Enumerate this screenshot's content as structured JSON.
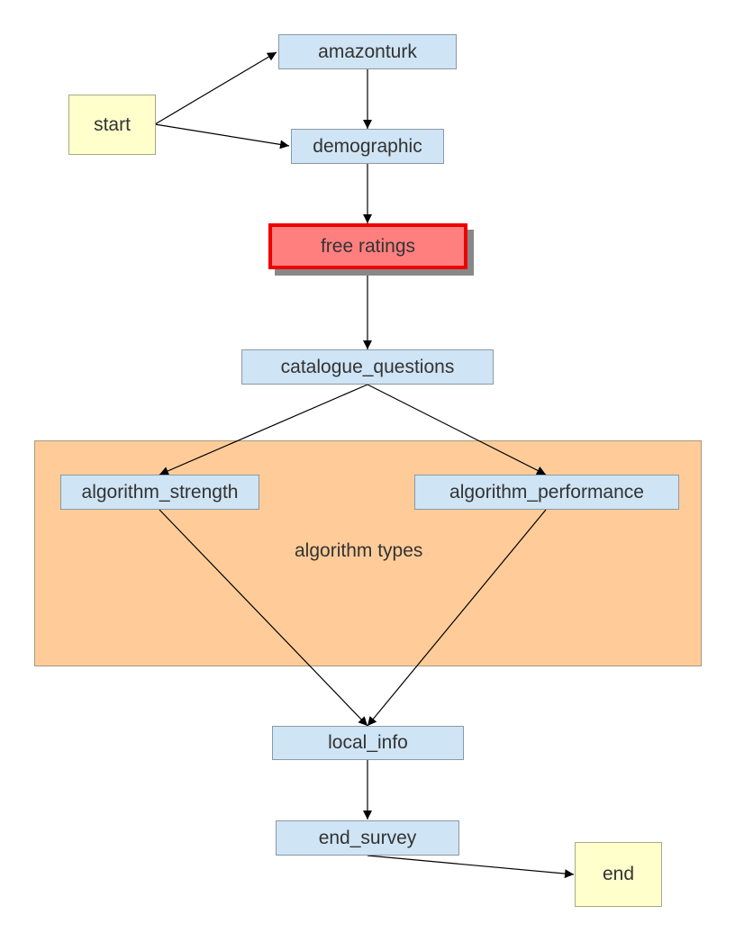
{
  "diagram": {
    "group": {
      "label": "algorithm types",
      "fill": "#ffcc99"
    },
    "nodes": {
      "start": "start",
      "amazonturk": "amazonturk",
      "demographic": "demographic",
      "free_ratings": "free ratings",
      "catalogue_questions": "catalogue_questions",
      "algorithm_strength": "algorithm_strength",
      "algorithm_performance": "algorithm_performance",
      "local_info": "local_info",
      "end_survey": "end_survey",
      "end": "end"
    },
    "edges": [
      [
        "start",
        "amazonturk"
      ],
      [
        "start",
        "demographic"
      ],
      [
        "amazonturk",
        "demographic"
      ],
      [
        "demographic",
        "free_ratings"
      ],
      [
        "free_ratings",
        "catalogue_questions"
      ],
      [
        "catalogue_questions",
        "algorithm_strength"
      ],
      [
        "catalogue_questions",
        "algorithm_performance"
      ],
      [
        "algorithm_strength",
        "local_info"
      ],
      [
        "algorithm_performance",
        "local_info"
      ],
      [
        "local_info",
        "end_survey"
      ],
      [
        "end_survey",
        "end"
      ]
    ],
    "colors": {
      "process_fill": "#cfe4f4",
      "terminal_fill": "#ffffcc",
      "highlight_fill": "#ff7f7f",
      "highlight_border": "#ee0000",
      "edge": "#000000"
    }
  }
}
